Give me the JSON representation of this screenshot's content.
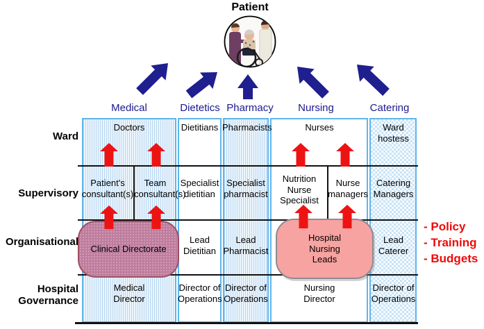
{
  "patient": {
    "label": "Patient",
    "photo_icon": "patient-in-wheelchair-with-two-staff"
  },
  "header": {
    "column_labels": [
      "Medical",
      "Dietetics",
      "Pharmacy",
      "Nursing",
      "Catering"
    ]
  },
  "table": {
    "row_labels": [
      "Ward",
      "Supervisory",
      "Organisational",
      "Hospital Governance"
    ],
    "cells": {
      "ward": {
        "medical": "Doctors",
        "dietetics": "Dietitians",
        "pharmacy": "Pharmacists",
        "nursing": "Nurses",
        "catering": "Ward hostess"
      },
      "supervisory": {
        "medical_1": "Patient's consultant(s)",
        "medical_2": "Team consultant(s)",
        "dietetics": "Specialist dietitian",
        "pharmacy": "Specialist pharmacist",
        "nursing_1": "Nutrition Nurse Specialist",
        "nursing_2": "Nurse managers",
        "catering": "Catering Managers"
      },
      "organisational": {
        "medical": "Clinical Directorate",
        "dietetics": "Lead Dietitian",
        "pharmacy": "Lead Pharmacist",
        "nursing": "Hospital Nursing Leads",
        "catering": "Lead Caterer"
      },
      "governance": {
        "medical": "Medical Director",
        "dietetics": "Director of Operations",
        "pharmacy": "Director of Operations",
        "nursing": "Nursing Director",
        "catering": "Director of Operations"
      }
    }
  },
  "annotations": {
    "items": [
      "- Policy",
      "- Training",
      "- Budgets"
    ]
  },
  "colors": {
    "flow_arrow_navy": "#1f1f8f",
    "escalation_arrow_red": "#ee1313",
    "column_border_blue": "#5fb5ea",
    "column_stripe_blue": "#b9d7f0",
    "header_label_navy": "#1a1a8f",
    "clinical_directorate_fill": "#bd7e9e",
    "clinical_directorate_border": "#9e4f63",
    "hospital_nursing_leads_fill": "#f7a3a1",
    "hospital_nursing_leads_border": "#8d8b90",
    "annotation_red": "#f10808"
  }
}
